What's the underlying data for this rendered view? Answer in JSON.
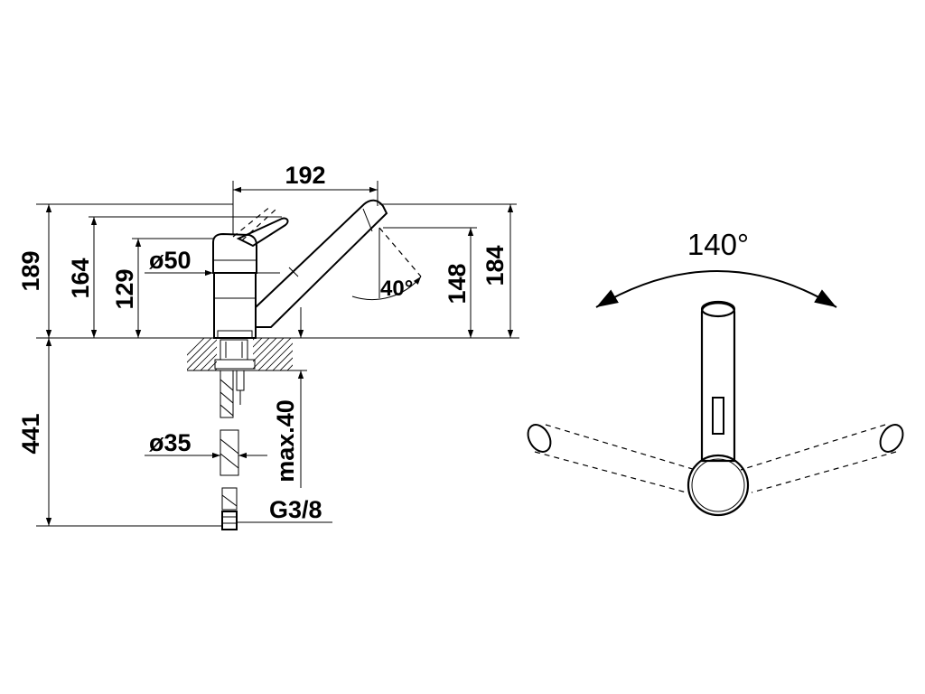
{
  "side_view": {
    "dimensions": {
      "total_height": "189",
      "spout_height": "164",
      "body_height": "129",
      "body_diameter": "ø50",
      "spout_reach": "192",
      "spout_angle": "40°",
      "outlet_height": "148",
      "top_height": "184",
      "hose_length": "441",
      "hole_diameter": "ø35",
      "counter_thickness": "max.40",
      "connection_thread": "G3/8"
    }
  },
  "top_view": {
    "swivel_angle": "140°"
  }
}
